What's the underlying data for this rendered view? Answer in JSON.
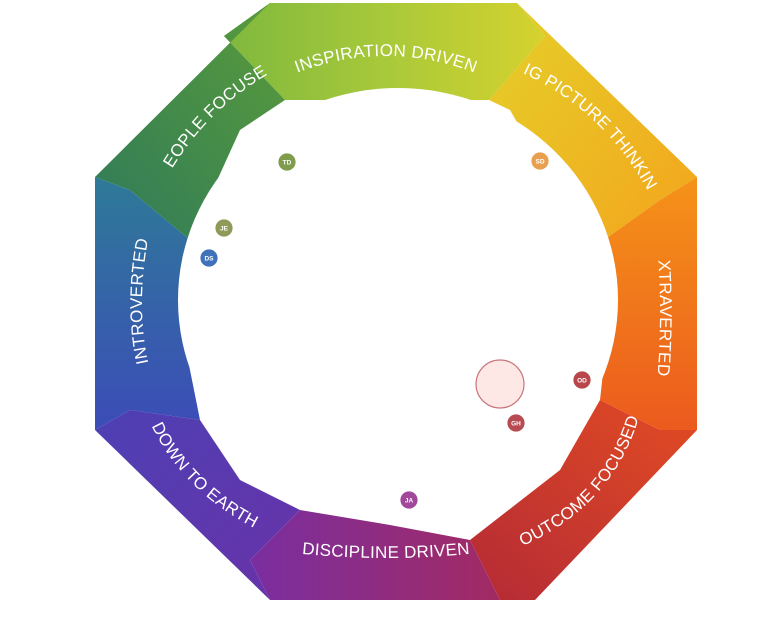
{
  "wheel": {
    "segments": [
      {
        "key": "top",
        "label": "INSPIRATION DRIVEN"
      },
      {
        "key": "top_right",
        "label": "BIG PICTURE THINKING"
      },
      {
        "key": "right",
        "label": "EXTRAVERTED"
      },
      {
        "key": "bottom_right",
        "label": "OUTCOME FOCUSED"
      },
      {
        "key": "bottom",
        "label": "DISCIPLINE DRIVEN"
      },
      {
        "key": "bottom_left",
        "label": "DOWN TO EARTH"
      },
      {
        "key": "left",
        "label": "INTROVERTED"
      },
      {
        "key": "top_left",
        "label": "PEOPLE FOCUSED"
      }
    ],
    "colors": {
      "top": "#a8c93a",
      "top_right": "#f2c21c",
      "right": "#f2791a",
      "bottom_right": "#c8332a",
      "bottom": "#8a2d8e",
      "bottom_left": "#5a3aa6",
      "left": "#2f5fb8",
      "top_left": "#3e8a4a"
    },
    "markers": [
      {
        "initials": "TD",
        "color": "#7f9c4c"
      },
      {
        "initials": "SD",
        "color": "#e8a050"
      },
      {
        "initials": "JE",
        "color": "#8f9a58"
      },
      {
        "initials": "DS",
        "color": "#3f72b8"
      },
      {
        "initials": "OD",
        "color": "#b8464a"
      },
      {
        "initials": "GH",
        "color": "#b84a52"
      },
      {
        "initials": "JA",
        "color": "#a2489a"
      }
    ],
    "center_marker": {
      "fill": "#fde8e6",
      "stroke": "#c8737a"
    }
  }
}
